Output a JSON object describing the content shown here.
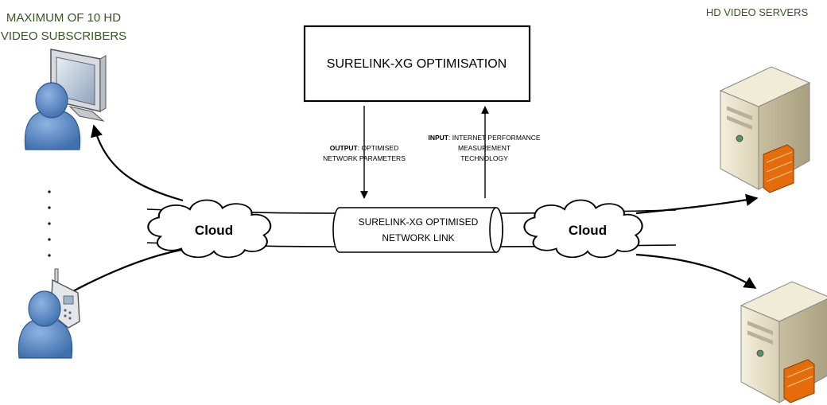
{
  "subscribers_heading": {
    "line1": "MAXIMUM OF 10 HD",
    "line2": "VIDEO SUBSCRIBERS",
    "color": "#375623"
  },
  "servers_heading": {
    "text": "HD VIDEO SERVERS",
    "color": "#375623"
  },
  "optimisation_box": {
    "label": "SURELINK-XG OPTIMISATION"
  },
  "output_label": {
    "bold": "OUTPUT",
    "rest": ": OPTIMISED",
    "line2": "NETWORK PARAMETERS"
  },
  "input_label": {
    "bold": "INPUT",
    "rest": ": INTERNET PERFORMANCE",
    "line2": "MEASUREMENT",
    "line3": "TECHNOLOGY"
  },
  "network_link": {
    "line1": "SURELINK-XG OPTIMISED",
    "line2": "NETWORK LINK"
  },
  "cloud_left": {
    "label": "Cloud"
  },
  "cloud_right": {
    "label": "Cloud"
  },
  "icons": [
    "user-with-monitor-icon",
    "user-with-phone-icon",
    "server-with-firewall-icon",
    "server-with-firewall-icon"
  ],
  "colors": {
    "user_blue": "#5b8dc9",
    "server_body": "#e8e1c8",
    "firewall": "#e46c0a"
  }
}
